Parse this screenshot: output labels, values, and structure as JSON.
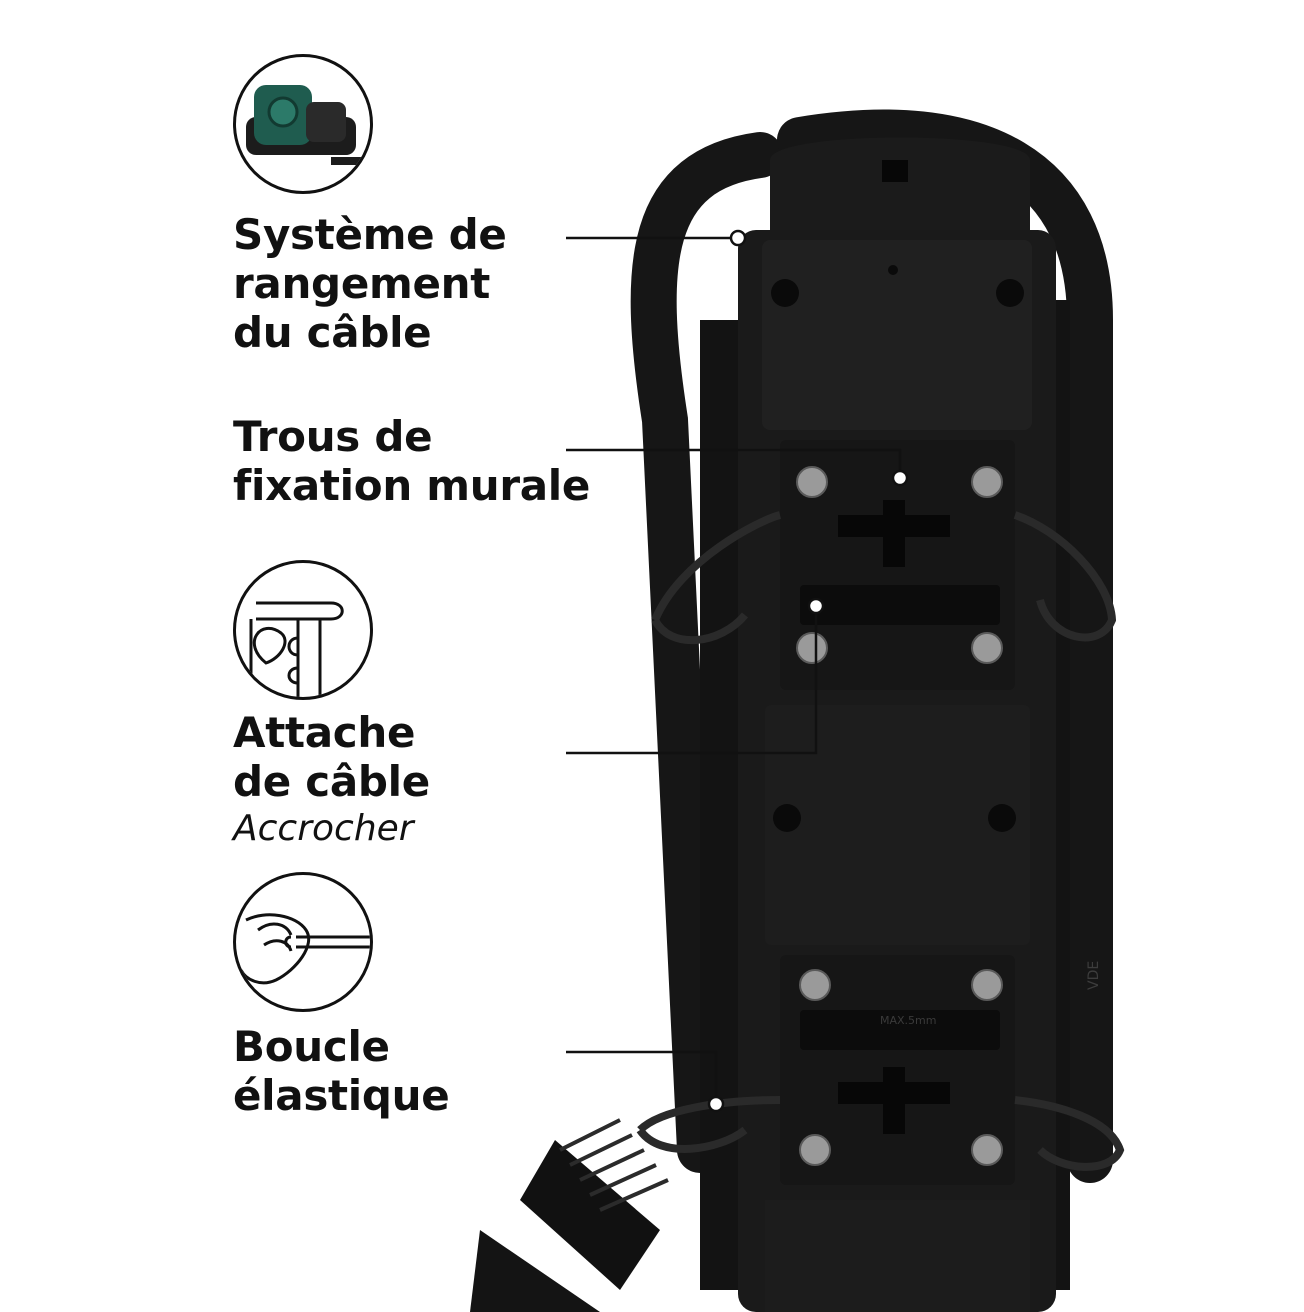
{
  "features": [
    {
      "id": "cable-storage",
      "lines": [
        "Système de",
        "rangement",
        "du câble"
      ],
      "icon": "cable-winder-icon"
    },
    {
      "id": "wall-mount",
      "lines": [
        "Trous de",
        "fixation murale"
      ]
    },
    {
      "id": "cable-tie",
      "lines": [
        "Attache",
        "de câble"
      ],
      "subtitle": "Accrocher",
      "icon": "cable-tie-hook-icon"
    },
    {
      "id": "elastic-loop",
      "lines": [
        "Boucle",
        "élastique"
      ],
      "icon": "elastic-loop-hand-icon"
    }
  ],
  "product_markings": {
    "slot_label": "MAX.5mm",
    "cord_brand": "VDE"
  },
  "colors": {
    "text": "#111111",
    "product": "#1a1a1a",
    "accent_green": "#1f5c4f",
    "leader_line": "#111111"
  }
}
